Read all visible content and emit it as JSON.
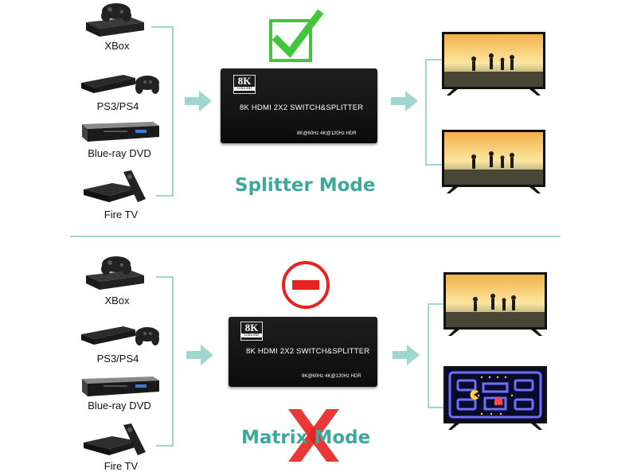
{
  "top_section": {
    "devices": [
      {
        "label": "XBox",
        "icon": "xbox-console-icon"
      },
      {
        "label": "PS3/PS4",
        "icon": "playstation-console-icon"
      },
      {
        "label": "Blue-ray DVD",
        "icon": "bluray-player-icon"
      },
      {
        "label": "Fire TV",
        "icon": "fire-tv-icon"
      }
    ],
    "switch": {
      "badge_big": "8K",
      "badge_small": "Ultra HD",
      "title": "8K HDMI 2X2 SWITCH&SPLITTER",
      "spec": "8K@60Hz  4K@120Hz  HDR"
    },
    "mode_label": "Splitter Mode",
    "status_icon": "green-checkmark-icon"
  },
  "bottom_section": {
    "devices": [
      {
        "label": "XBox",
        "icon": "xbox-console-icon"
      },
      {
        "label": "PS3/PS4",
        "icon": "playstation-console-icon"
      },
      {
        "label": "Blue-ray DVD",
        "icon": "bluray-player-icon"
      },
      {
        "label": "Fire TV",
        "icon": "fire-tv-icon"
      }
    ],
    "switch": {
      "badge_big": "8K",
      "badge_small": "Ultra HD",
      "title": "8K HDMI 2X2 SWITCH&SPLITTER",
      "spec": "8K@60Hz  4K@120Hz  HDR"
    },
    "mode_label": "Matrix Mode",
    "status_icon": "red-minus-circle-icon",
    "cross_icon": "red-x-icon"
  },
  "colors": {
    "accent": "#3ea89d",
    "check": "#44c63a",
    "error": "#e52320",
    "bracket": "#9fd6cf"
  }
}
